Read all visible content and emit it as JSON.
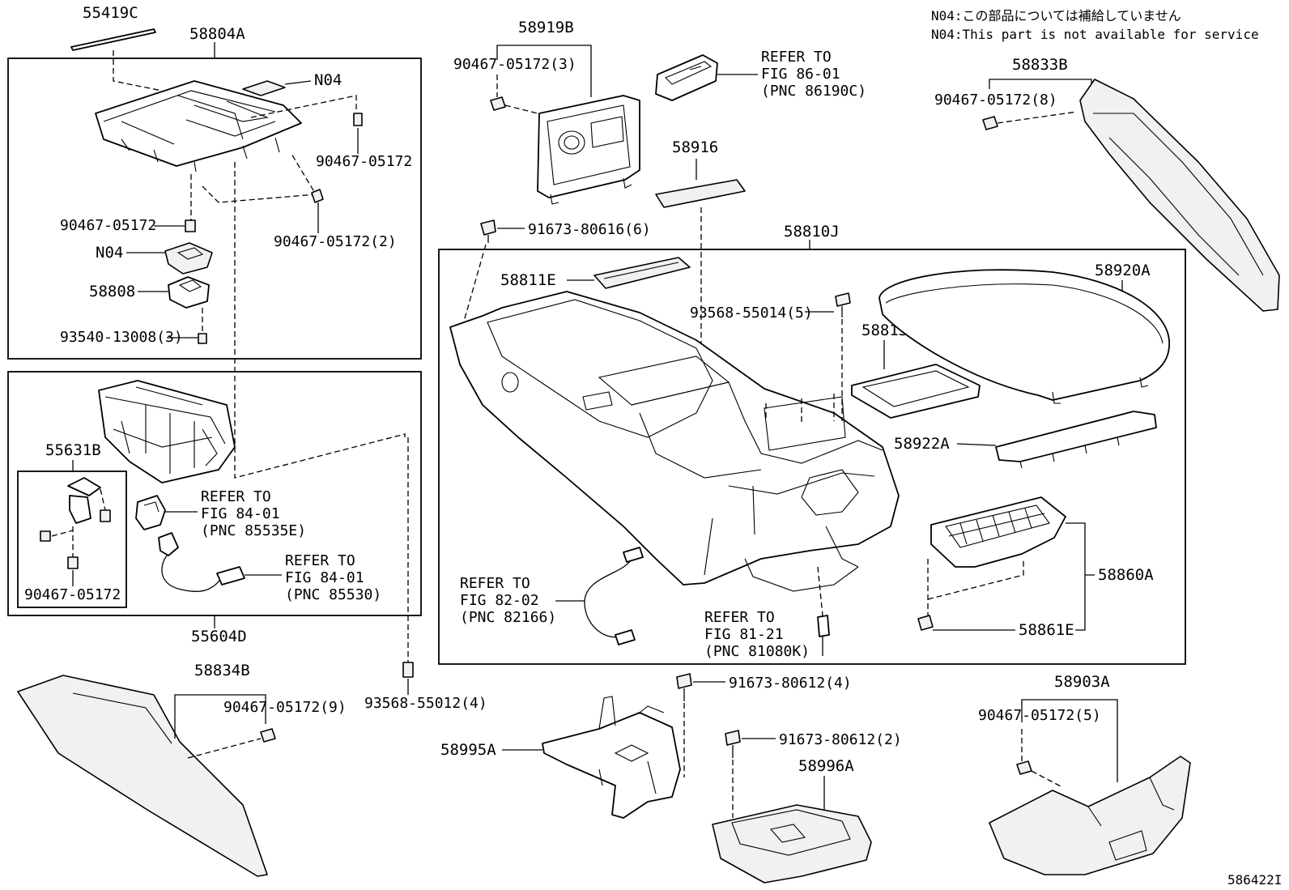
{
  "note": {
    "line_jp": "N04:この部品については補給していません",
    "line_en": "N04:This part is not available for service"
  },
  "figure_id": "586422I",
  "parts": {
    "p55419C": "55419C",
    "p58804A": "58804A",
    "n04_top": "N04",
    "p90467_a": "90467-05172",
    "p90467_b": "90467-05172",
    "p90467_2": "90467-05172(2)",
    "n04_mid": "N04",
    "p58808": "58808",
    "p93540": "93540-13008(3)",
    "p55631B": "55631B",
    "p90467_c": "90467-05172",
    "p55604D": "55604D",
    "p58834B": "58834B",
    "p90467_9": "90467-05172(9)",
    "p93568_4": "93568-55012(4)",
    "p58919B": "58919B",
    "p90467_3": "90467-05172(3)",
    "p91673_6": "91673-80616(6)",
    "p58916": "58916",
    "p58810J": "58810J",
    "p58811E": "58811E",
    "p93568_5": "93568-55014(5)",
    "p58813": "58813",
    "p58920A": "58920A",
    "p58922A": "58922A",
    "p58860A": "58860A",
    "p58861E": "58861E",
    "p58833B": "58833B",
    "p90467_8": "90467-05172(8)",
    "p91673_4": "91673-80612(4)",
    "p91673_2": "91673-80612(2)",
    "p58995A": "58995A",
    "p58996A": "58996A",
    "p58903A": "58903A",
    "p90467_5": "90467-05172(5)"
  },
  "refs": {
    "r86": [
      "REFER TO",
      "FIG 86-01",
      "(PNC 86190C)"
    ],
    "r84a": [
      "REFER TO",
      "FIG 84-01",
      "(PNC 85535E)"
    ],
    "r84b": [
      "REFER TO",
      "FIG 84-01",
      "(PNC 85530)"
    ],
    "r82": [
      "REFER TO",
      "FIG 82-02",
      "(PNC 82166)"
    ],
    "r81": [
      "REFER TO",
      "FIG 81-21",
      "(PNC 81080K)"
    ]
  }
}
